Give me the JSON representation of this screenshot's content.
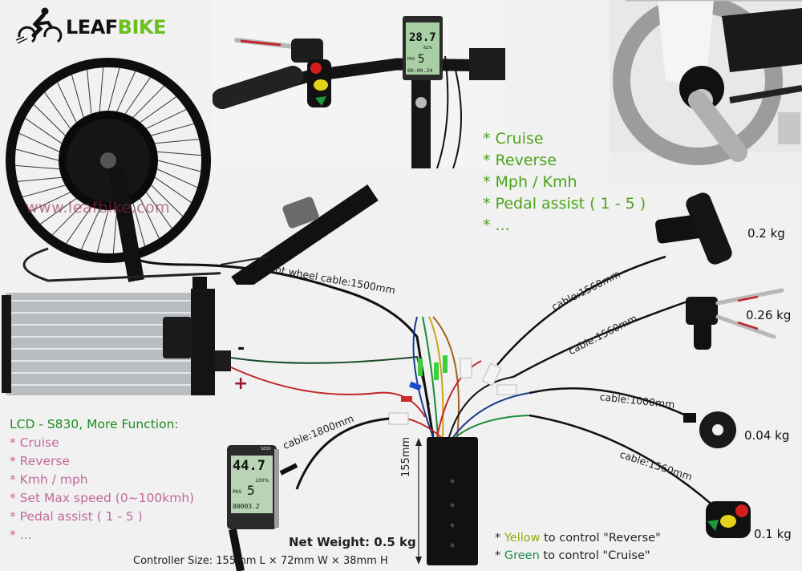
{
  "brand": {
    "logo_prefix": "LEAF",
    "logo_suffix": "BIKE",
    "prefix_color": "#111111",
    "suffix_color": "#6cbf1f",
    "watermark": "www.leafbike.com"
  },
  "feature_list_top": {
    "color": "#4aa41a",
    "items": [
      "* Cruise",
      "* Reverse",
      "* Mph / Kmh",
      "* Pedal assist ( 1 - 5 )",
      "* ..."
    ]
  },
  "lcd_panel": {
    "title": "LCD - S830, More Function:",
    "title_color": "#1e8b1e",
    "item_color": "#c06a99",
    "items": [
      "* Cruise",
      "* Reverse",
      "* Kmh / mph",
      "* Set Max speed (0~100kmh)",
      "* Pedal assist ( 1 - 5 )",
      "* ..."
    ],
    "display": {
      "model": "S830",
      "speed": "44.7",
      "battery": "100%",
      "pas_label": "PAS",
      "pas_level": "5",
      "odometer": "00003.2"
    }
  },
  "handlebar_display": {
    "speed": "28.7",
    "battery": "62%",
    "pas_label": "PAS",
    "pas_level": "5",
    "odometer": "00:00.24"
  },
  "cables": {
    "front_wheel": "nt wheel cable:1500mm",
    "throttle": "cable:1560mm",
    "brake": "cable:1560mm",
    "pas_sensor": "cable:1000mm",
    "switch": "cable:1560mm",
    "display": "cable:1800mm"
  },
  "weights": {
    "throttle": "0.2 kg",
    "brake": "0.26 kg",
    "pas_sensor": "0.04 kg",
    "switch": "0.1 kg"
  },
  "battery": {
    "minus": "-",
    "plus": "+"
  },
  "controller": {
    "length_label": "155mm",
    "net_weight": "Net Weight: 0.5 kg",
    "size": "Controller Size: 155mm L × 72mm W × 38mm H"
  },
  "switch_notes": {
    "yellow_word": "Yellow",
    "yellow_rest": " to control \"Reverse\"",
    "green_word": "Green",
    "green_rest": " to control \"Cruise\"",
    "bullet": "* ",
    "yellow_color": "#9aa80e",
    "green_color": "#1e8a4c"
  }
}
